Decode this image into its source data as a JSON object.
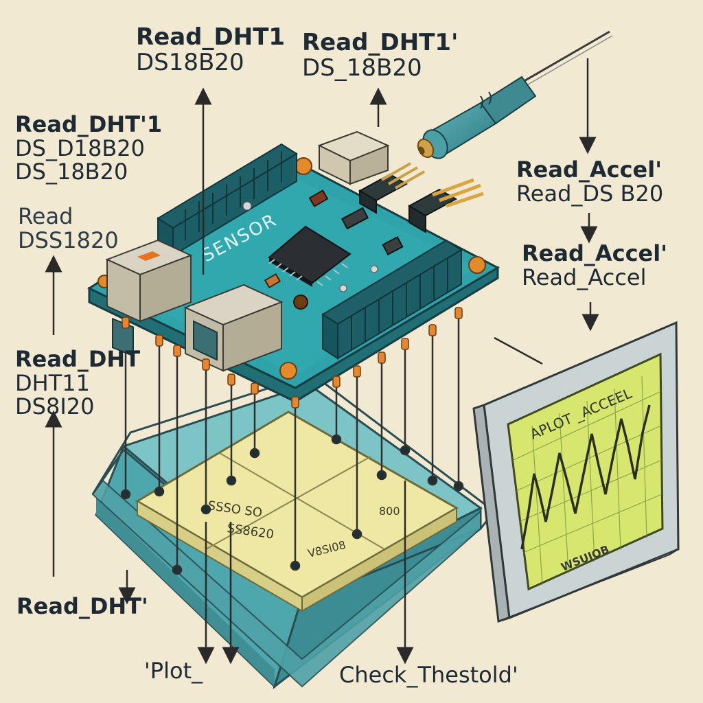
{
  "labels": {
    "top_left": [
      "Read_DHT1",
      "DS18B20"
    ],
    "top_mid": [
      "Read_DHT1'",
      "DS_18B20"
    ],
    "left_1": [
      "Read_DHT'1",
      "DS_D18B20",
      "DS_18B20"
    ],
    "left_2": [
      "Read",
      "DSS1820"
    ],
    "left_3": [
      "Read_DHT",
      "DHT11",
      "DS8I20"
    ],
    "left_4": [
      "Read_DHT'"
    ],
    "right_1": [
      "Read_Accel'",
      "Read_DS B20"
    ],
    "right_2": [
      "Read_Accel'",
      "Read_Accel"
    ],
    "bottom_plot": [
      "'Plot_"
    ],
    "bottom_check": [
      "Check_Thestold'"
    ]
  },
  "board": {
    "silkscreen": "SENSOR"
  },
  "breadboard": {
    "labels": [
      "SSSO SO",
      "SS8620",
      "800",
      "V8SI08"
    ]
  },
  "monitor": {
    "screen_title": "APLOT _ACCEEL",
    "footer": "WSUIOB"
  },
  "colors": {
    "background": "#f2e9d3",
    "pcb": "#2aa3aa",
    "base": "#5cb3b8",
    "breadboard": "#ece59c",
    "screen": "#d9e870",
    "trace": "#3a3a3a",
    "pin": "#e6862e"
  }
}
